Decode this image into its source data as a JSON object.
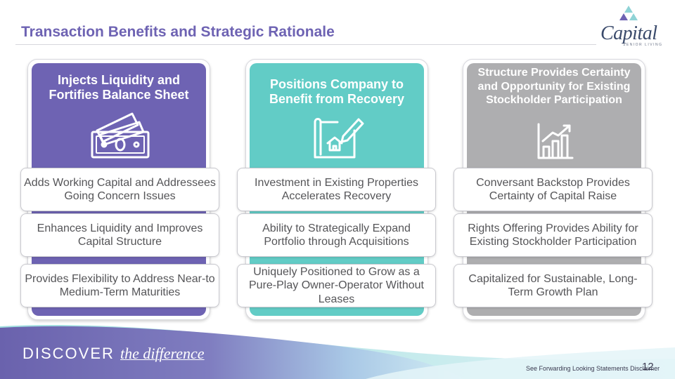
{
  "title": "Transaction Benefits and Strategic Rationale",
  "logo": {
    "name": "Capital",
    "tagline": "SENIOR LIVING"
  },
  "columns": [
    {
      "heading": "Injects Liquidity and Fortifies Balance Sheet",
      "icon": "cash-icon",
      "color": "#6E63B3",
      "cards": [
        "Adds Working Capital and Addressees Going Concern Issues",
        "Enhances Liquidity and Improves Capital Structure",
        "Provides Flexibility to Address Near-to Medium-Term Maturities"
      ]
    },
    {
      "heading": "Positions Company to Benefit from Recovery",
      "icon": "house-blueprint-icon",
      "color": "#62CCC6",
      "cards": [
        "Investment in Existing Properties Accelerates Recovery",
        "Ability to Strategically Expand Portfolio through Acquisitions",
        "Uniquely Positioned to Grow as a Pure-Play Owner-Operator Without Leases"
      ]
    },
    {
      "heading": "Structure Provides Certainty and Opportunity for Existing Stockholder Participation",
      "icon": "growth-chart-icon",
      "color": "#AEAEB0",
      "cards": [
        "Conversant Backstop Provides Certainty of Capital Raise",
        "Rights Offering Provides Ability for Existing Stockholder Participation",
        "Capitalized for Sustainable, Long-Term Growth Plan"
      ]
    }
  ],
  "footer": {
    "discover": "DISCOVER",
    "tagline": "the difference",
    "disclaimer": "See Forwarding Looking Statements Disclaimer",
    "page": "12"
  }
}
